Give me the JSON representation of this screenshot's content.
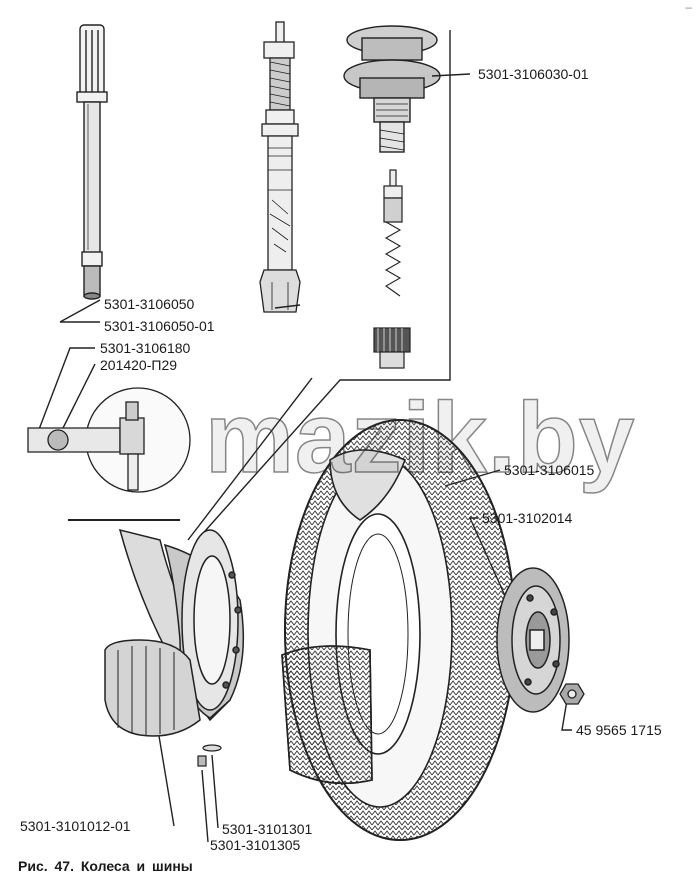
{
  "labels": {
    "valve_cap_01": "5301-3106030-01",
    "extension": "5301-3106050",
    "extension_01": "5301-3106050-01",
    "valve_assembly": "5301-3106180",
    "nut": "201420-П29",
    "inner_tube": "5301-3106015",
    "flap": "5301-3102014",
    "rim": "5301-3101012-01",
    "bolt_1": "5301-3101301",
    "bolt_2": "5301-3101305",
    "nut_2": "45 9565 1715"
  },
  "caption": "Рис. 47.   Колеса и шины",
  "watermark": "mazik.by",
  "corner_mark": "–"
}
